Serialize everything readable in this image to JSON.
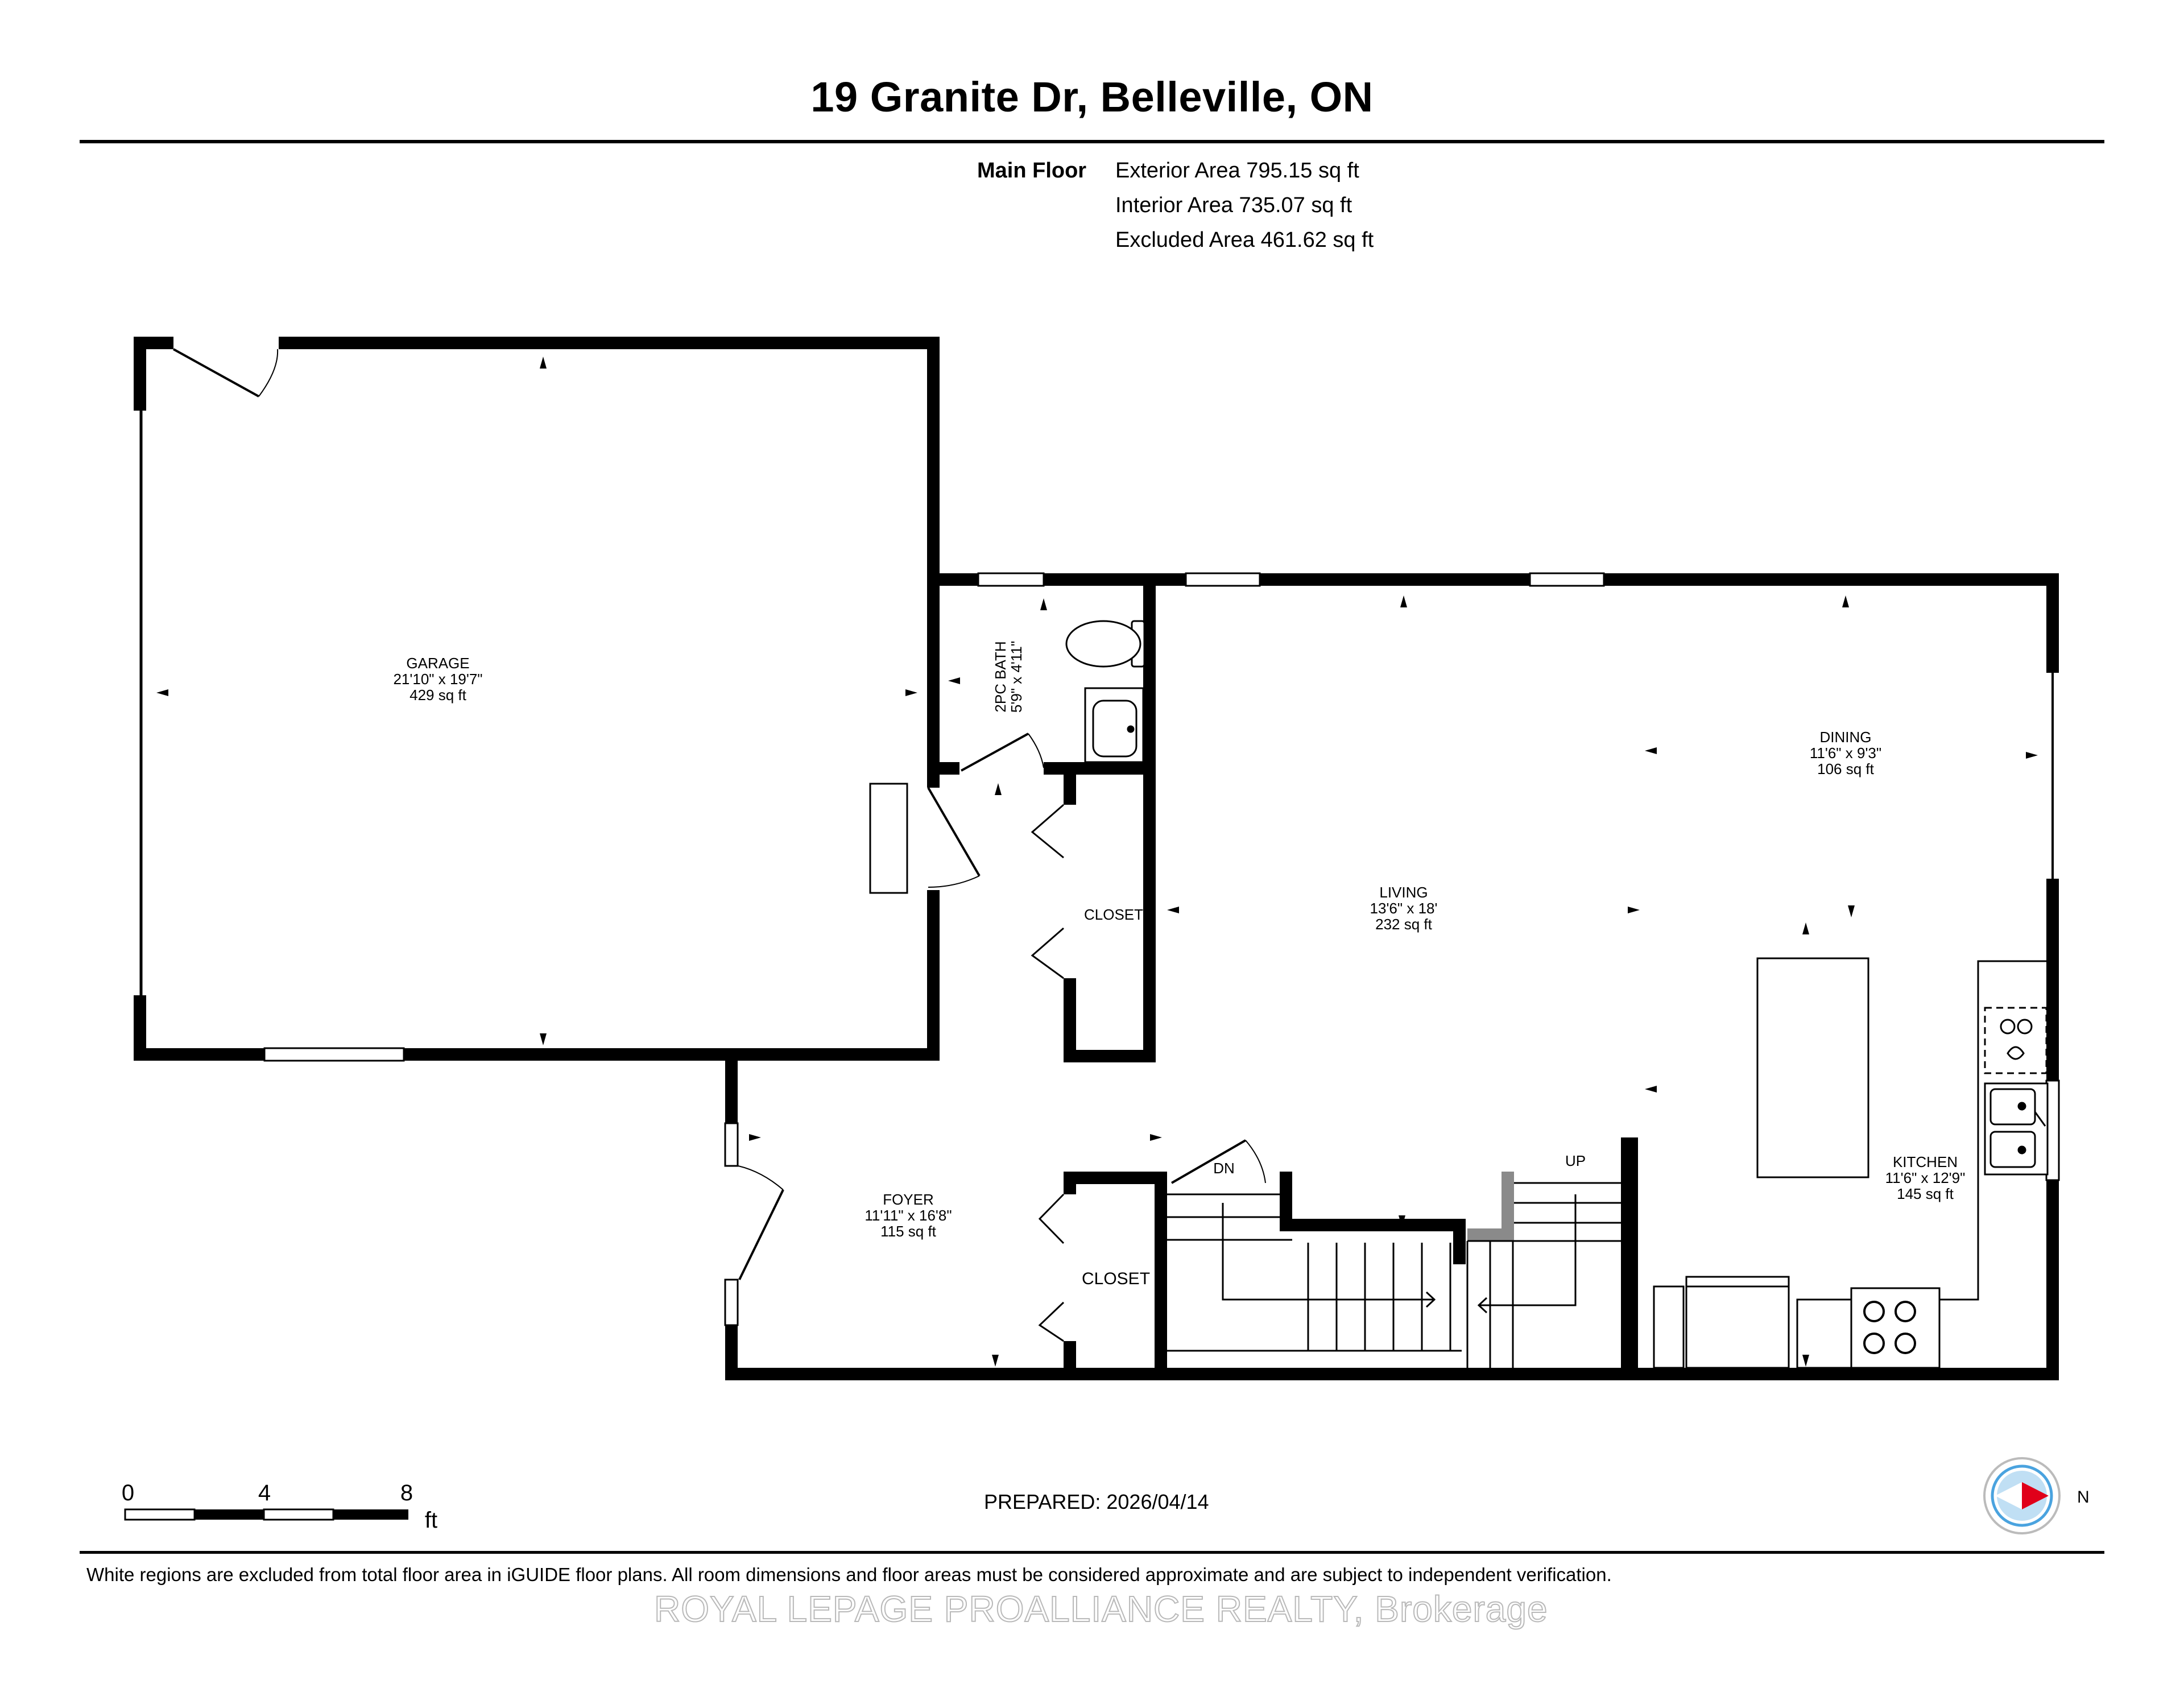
{
  "header": {
    "title": "19 Granite Dr, Belleville, ON"
  },
  "area_summary": {
    "floor_label": "Main Floor",
    "exterior": "Exterior Area 795.15 sq ft",
    "interior": "Interior Area 735.07 sq ft",
    "excluded": "Excluded Area 461.62 sq ft"
  },
  "rooms": {
    "garage": {
      "name": "GARAGE",
      "dims": "21'10\" x 19'7\"",
      "area": "429 sq ft"
    },
    "bath": {
      "name": "2PC BATH",
      "dims": "5'9\" x 4'11\""
    },
    "closet_upper": {
      "name": "CLOSET"
    },
    "living": {
      "name": "LIVING",
      "dims": "13'6\" x 18'",
      "area": "232 sq ft"
    },
    "dining": {
      "name": "DINING",
      "dims": "11'6\" x 9'3\"",
      "area": "106 sq ft"
    },
    "kitchen": {
      "name": "KITCHEN",
      "dims": "11'6\" x 12'9\"",
      "area": "145 sq ft"
    },
    "foyer": {
      "name": "FOYER",
      "dims": "11'11\" x 16'8\"",
      "area": "115 sq ft"
    },
    "closet_lower": {
      "name": "CLOSET"
    }
  },
  "stairs": {
    "down": "DN",
    "up": "UP"
  },
  "scale_bar": {
    "ticks": [
      "0",
      "4",
      "8"
    ],
    "unit": "ft"
  },
  "compass": {
    "label": "N",
    "icon": "compass-icon"
  },
  "prepared": "PREPARED: 2026/04/14",
  "footer": {
    "note": "White regions are excluded from total floor area in iGUIDE floor plans. All room dimensions and floor areas must be considered approximate and are subject to independent verification.",
    "watermark": "ROYAL LEPAGE PROALLIANCE REALTY, Brokerage"
  },
  "colors": {
    "wall": "#000000",
    "window": "#ffffff",
    "stair_landing": "#8a8a8a",
    "compass_red": "#e0001a",
    "compass_blue": "#4aa3df"
  }
}
